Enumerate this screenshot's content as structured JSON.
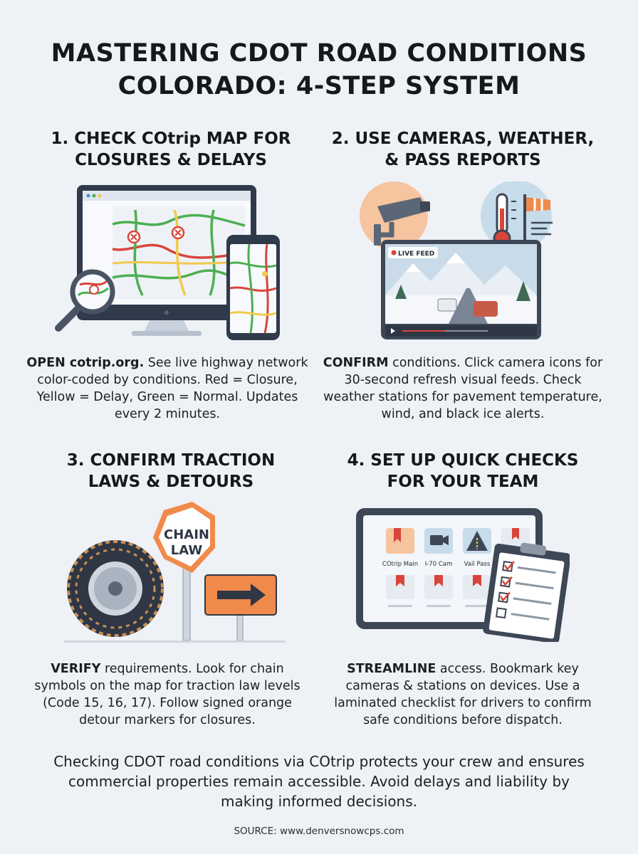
{
  "title": {
    "line1": "MASTERING CDOT ROAD CONDITIONS",
    "line2": "COLORADO: 4-STEP SYSTEM"
  },
  "steps": [
    {
      "heading_line1": "1. CHECK COtrip MAP FOR",
      "heading_line2": "CLOSURES & DELAYS",
      "lead": "OPEN cotrip.org.",
      "body": " See live highway network color-coded by conditions. Red = Closure, Yellow = Delay, Green = Normal. Updates every 2 minutes."
    },
    {
      "heading_line1": "2. USE CAMERAS, WEATHER,",
      "heading_line2": "& PASS REPORTS",
      "lead": "CONFIRM",
      "body": " conditions. Click camera icons for 30-second refresh visual feeds. Check weather stations for pavement temperature, wind, and black ice alerts.",
      "live_feed_label": "LIVE FEED"
    },
    {
      "heading_line1": "3. CONFIRM TRACTION",
      "heading_line2": "LAWS & DETOURS",
      "lead": "VERIFY",
      "body": " requirements. Look for chain symbols on the map for traction law levels (Code 15, 16, 17). Follow signed orange detour markers for closures.",
      "sign_line1": "CHAIN",
      "sign_line2": "LAW"
    },
    {
      "heading_line1": "4. SET UP QUICK CHECKS",
      "heading_line2": "FOR YOUR TEAM",
      "lead": "STREAMLINE",
      "body": " access. Bookmark key cameras & stations on devices. Use a laminated checklist for drivers to confirm safe conditions before dispatch.",
      "bookmarks": [
        "COtrip Main",
        "I-70 Cam",
        "Vail Pass"
      ]
    }
  ],
  "footer": "Checking CDOT road conditions via COtrip protects your crew and ensures commercial properties remain accessible. Avoid delays and liability by making informed decisions.",
  "source": "SOURCE: www.denversnowcps.com",
  "colors": {
    "closure": "#d9453b",
    "delay": "#f2c94c",
    "normal": "#4caf50",
    "detour": "#f08a4b"
  }
}
